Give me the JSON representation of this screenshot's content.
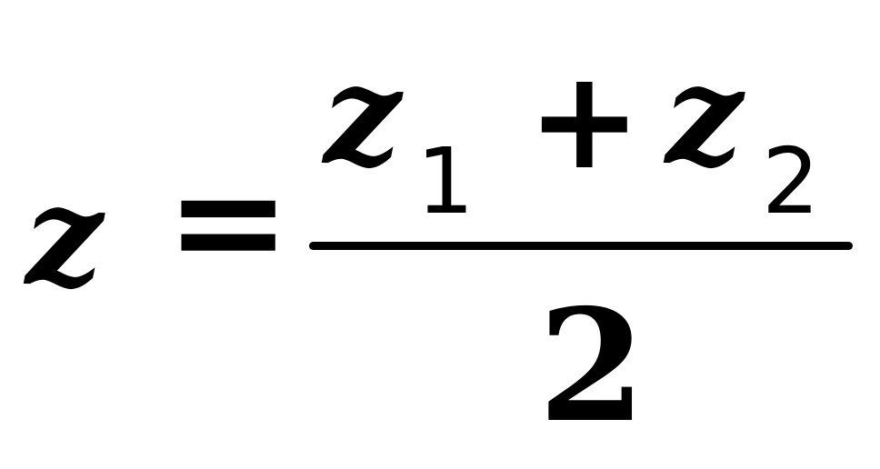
{
  "formula": {
    "lhs": "z",
    "equals": "=",
    "numerator": {
      "term1": "z",
      "term1_subscript": "1",
      "operator": "+",
      "term2": "z",
      "term2_subscript": "2"
    },
    "denominator": "2"
  }
}
